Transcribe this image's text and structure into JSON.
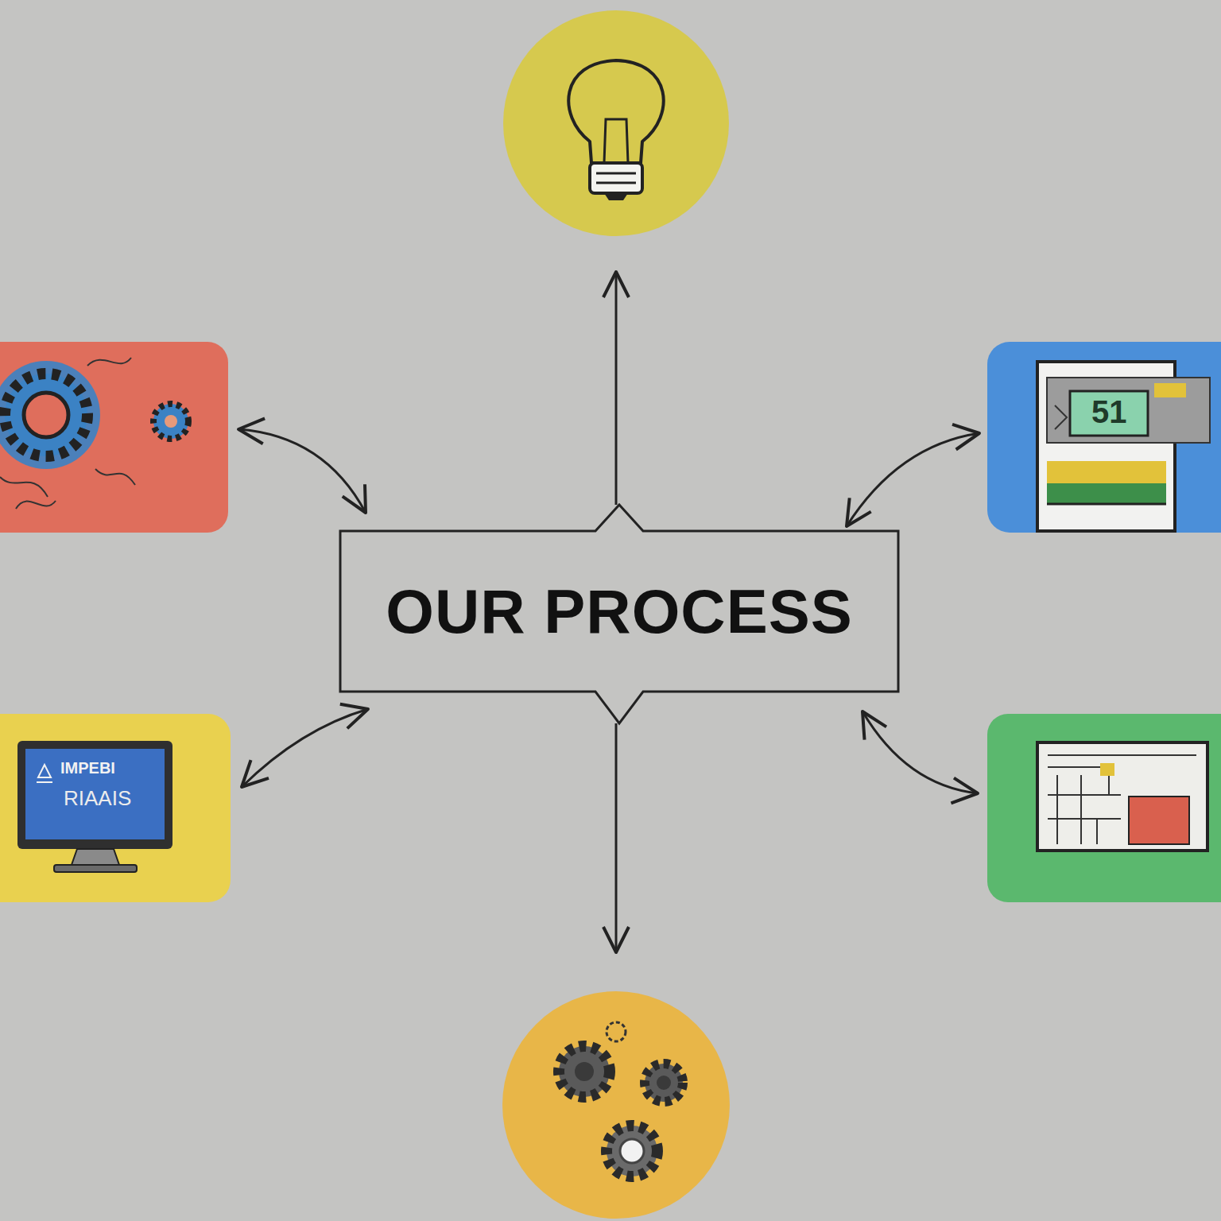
{
  "diagram": {
    "nodes": [
      {
        "text": [
          "51"
        ]
      },
      {
        "text": [
          "OUR PROCESS"
        ]
      },
      {
        "text": [
          "IMPEBI",
          "RIAAIS"
        ]
      }
    ],
    "edges": [
      {
        "from": 1,
        "to": 0,
        "arrow": "both"
      },
      {
        "from": 1,
        "to": 2,
        "arrow": "both"
      }
    ]
  }
}
